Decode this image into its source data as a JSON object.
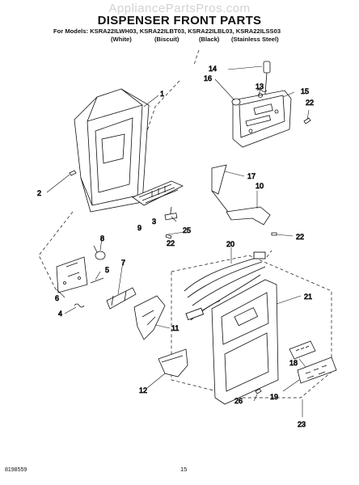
{
  "watermark": "AppliancePartsPros.com",
  "title": "DISPENSER FRONT PARTS",
  "models_line": "For Models: KSRA22ILWH03, KSRA22ILBT03, KSRA22ILBL03, KSRA22ILSS03",
  "colors": {
    "white": "(White)",
    "biscuit": "(Biscuit)",
    "black": "(Black)",
    "stainless": "(Stainless Steel)"
  },
  "callouts": {
    "c1": "1",
    "c2": "2",
    "c3": "3",
    "c4": "4",
    "c5": "5",
    "c6": "6",
    "c7": "7",
    "c8": "8",
    "c9": "9",
    "c10": "10",
    "c11": "11",
    "c12": "12",
    "c13": "13",
    "c14": "14",
    "c15": "15",
    "c16": "16",
    "c17": "17",
    "c18": "18",
    "c19": "19",
    "c20": "20",
    "c21": "21",
    "c22a": "22",
    "c22b": "22",
    "c22c": "22",
    "c23": "23",
    "c25": "25",
    "c26": "26"
  },
  "footer": {
    "code": "8198559",
    "page": "15"
  }
}
